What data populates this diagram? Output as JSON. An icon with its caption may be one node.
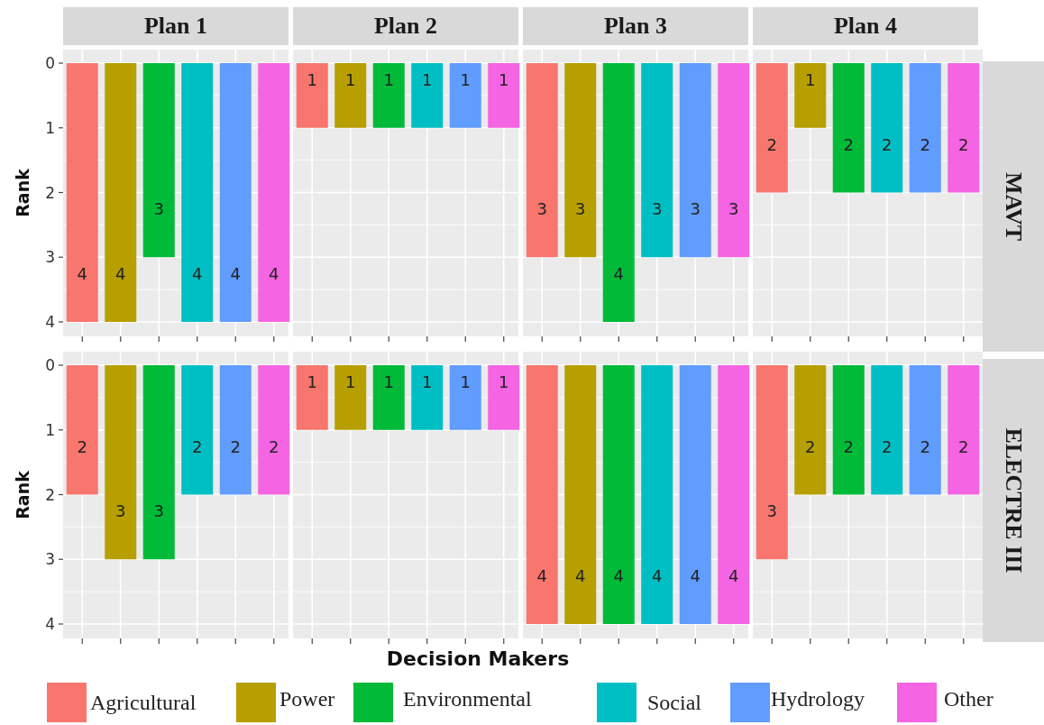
{
  "diagram": {
    "labels": [
      "Plan 1",
      "Plan 2",
      "Plan 3",
      "Plan 4",
      "MAVT",
      "ELECTRE III",
      "Decision Makers"
    ],
    "legend": [
      {
        "text": "Agricultural",
        "color": "#f8766d"
      },
      {
        "text": "Power",
        "color": "#b79f00"
      },
      {
        "text": "Environmental",
        "color": "#00ba38"
      },
      {
        "text": "Social",
        "color": "#00bfc4"
      },
      {
        "text": "Hydrology",
        "color": "#619cff"
      },
      {
        "text": "Other",
        "color": "#f564e3"
      }
    ],
    "chart_data": [
      {
        "type": "bar",
        "ylabel": "Rank",
        "categories": [
          null,
          null,
          null,
          null,
          null,
          null,
          null,
          null,
          null,
          null,
          null,
          null,
          null,
          null,
          null,
          null,
          null,
          null,
          null,
          null,
          null,
          null,
          null,
          null
        ],
        "series": [
          {
            "values": [
              4,
              4,
              3,
              4,
              4,
              4,
              1,
              1,
              1,
              1,
              1,
              1,
              3,
              3,
              4,
              3,
              3,
              3,
              2,
              1,
              2,
              2,
              2,
              2
            ]
          }
        ],
        "ylim": [
          4,
          0
        ],
        "yticks": [
          0,
          1,
          2,
          3,
          4
        ],
        "grid": true,
        "data_labels": true
      },
      {
        "type": "bar",
        "ylabel": "Rank",
        "categories": [
          null,
          null,
          null,
          null,
          null,
          null,
          null,
          null,
          null,
          null,
          null,
          null,
          null,
          null,
          null,
          null,
          null,
          null,
          null,
          null,
          null,
          null,
          null,
          null
        ],
        "series": [
          {
            "values": [
              2,
              3,
              3,
              2,
              2,
              2,
              1,
              1,
              1,
              1,
              1,
              1,
              4,
              4,
              4,
              4,
              4,
              4,
              3,
              2,
              2,
              2,
              2,
              2
            ]
          }
        ],
        "ylim": [
          4,
          0
        ],
        "yticks": [
          0,
          1,
          2,
          3,
          4
        ],
        "grid": true,
        "data_labels": true
      }
    ]
  }
}
